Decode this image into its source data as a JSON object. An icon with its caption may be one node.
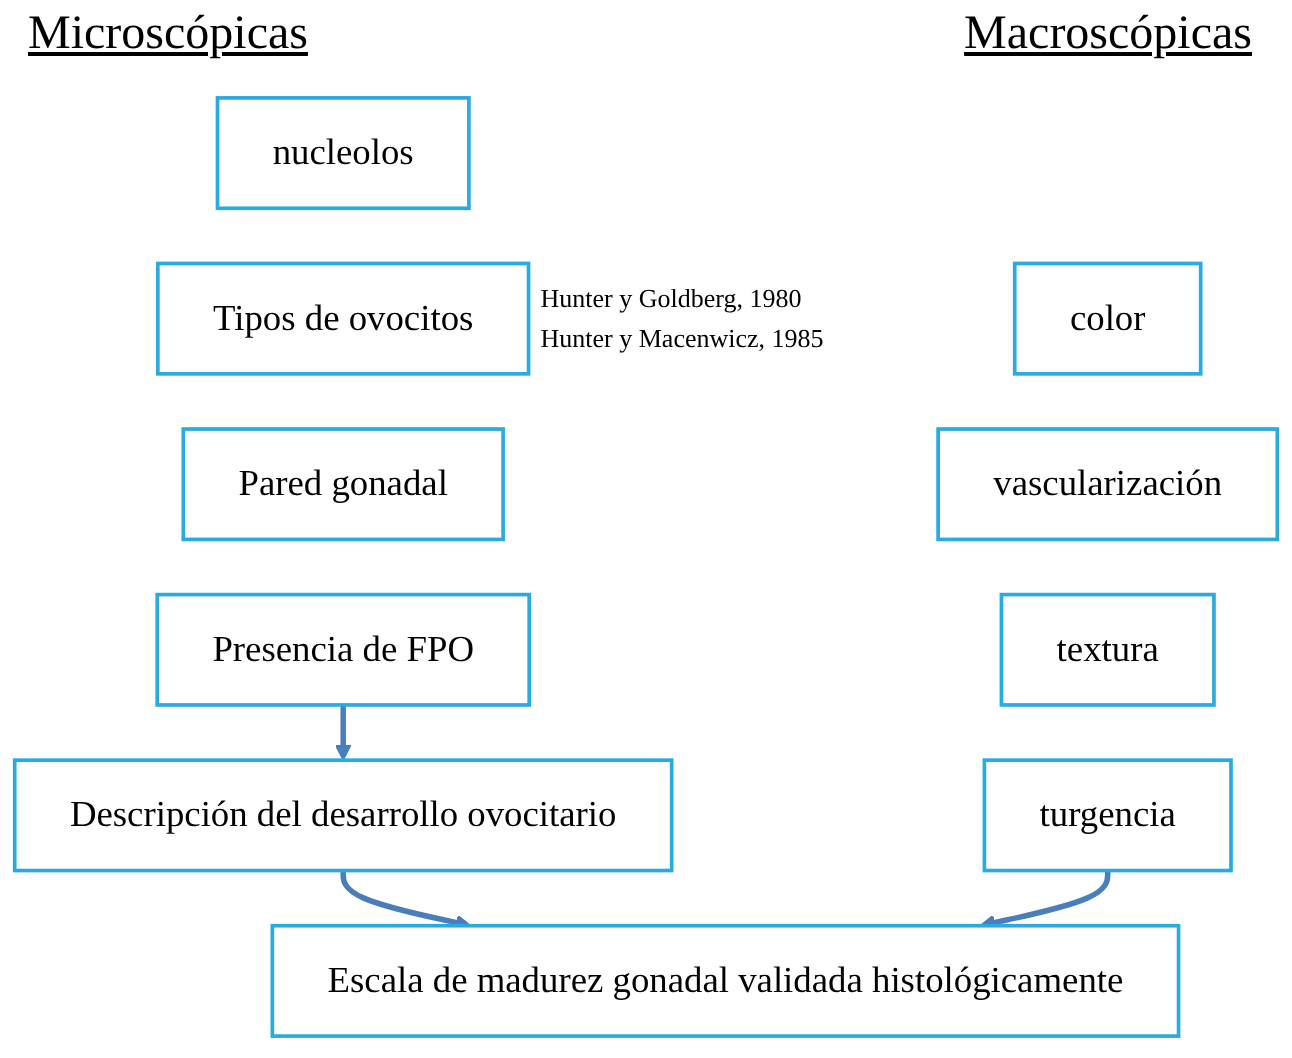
{
  "diagram": {
    "nodes": [
      {
        "text": [
          "nucleolos"
        ]
      },
      {
        "text": [
          "Tipos de ovocitos"
        ],
        "beside": [
          "Hunter y Goldberg, 1980",
          "Hunter y Macenwicz, 1985"
        ]
      },
      {
        "text": [
          "Pared gonadal"
        ]
      },
      {
        "text": [
          "Presencia de FPO"
        ]
      },
      {
        "text": [
          "Descripción del desarrollo ovocitario"
        ]
      },
      {
        "text": [
          "Escala de madurez gonadal validada histológicamente"
        ]
      },
      {
        "text": [
          "color"
        ]
      },
      {
        "text": [
          "vascularización"
        ]
      },
      {
        "text": [
          "textura"
        ]
      },
      {
        "text": [
          "turgencia"
        ]
      }
    ],
    "edges": [
      {
        "from": 3,
        "to": 4,
        "arrow": "to"
      },
      {
        "from": 4,
        "to": 5,
        "arrow": "to"
      },
      {
        "from": 9,
        "to": 5,
        "arrow": "to"
      }
    ],
    "labels": [
      "Microscópicas",
      "Macroscópicas"
    ]
  }
}
